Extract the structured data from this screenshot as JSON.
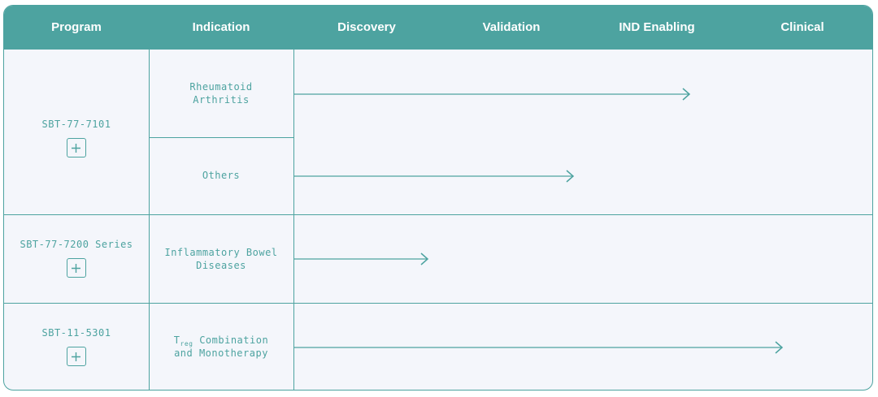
{
  "header": {
    "program": "Program",
    "indication": "Indication",
    "discovery": "Discovery",
    "validation": "Validation",
    "ind_enabling": "IND Enabling",
    "clinical": "Clinical"
  },
  "rows": [
    {
      "program": "SBT-77-7101",
      "expand_icon": "plus-icon",
      "indications": [
        {
          "line1": "Rheumatoid",
          "line2": "Arthritis",
          "progress": 0.68
        },
        {
          "line1": "Others",
          "progress": 0.48
        }
      ]
    },
    {
      "program": "SBT-77-7200 Series",
      "expand_icon": "plus-icon",
      "indications": [
        {
          "line1": "Inflammatory Bowel",
          "line2": "Diseases",
          "progress": 0.23
        }
      ]
    },
    {
      "program": "SBT-11-5301",
      "expand_icon": "plus-icon",
      "indications": [
        {
          "line1_prefix": "T",
          "line1_sub": "reg",
          "line1_suffix": " Combination",
          "line2": "and Monotherapy",
          "progress": 0.84
        }
      ]
    }
  ],
  "colors": {
    "accent": "#4da3a0",
    "header_text": "#ffffff",
    "body_background": "#f4f6fb"
  }
}
